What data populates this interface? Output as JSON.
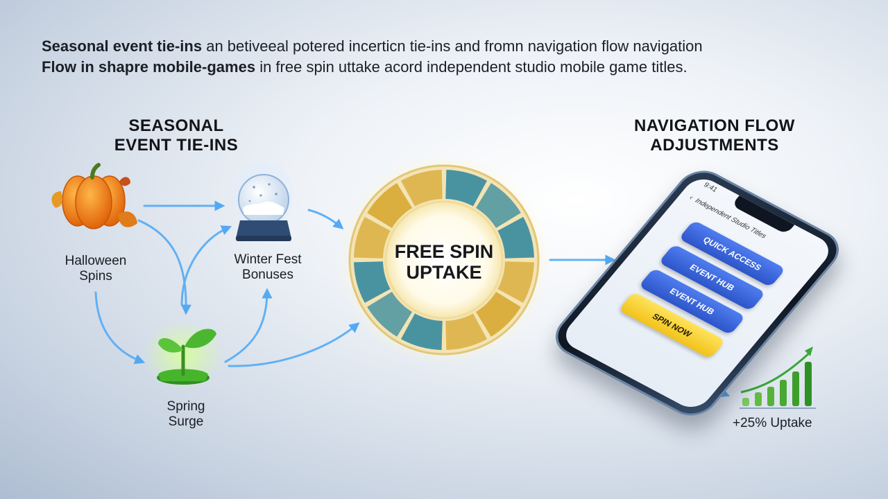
{
  "headline": {
    "line1_bold": "Seasonal event tie-ins",
    "line1_rest": " an betiveeal potered incerticn tie-ins and fromn navigation flow navigation",
    "line2_bold": "Flow in shapre mobile-games",
    "line2_rest": " in free spin uttake acord independent studio mobile game titles."
  },
  "left_section": {
    "title_line1": "SEASONAL",
    "title_line2": "EVENT TIE-INS"
  },
  "right_section": {
    "title_line1": "NAVIGATION FLOW",
    "title_line2": "ADJUSTMENTS"
  },
  "nodes": {
    "halloween": {
      "line1": "Halloween",
      "line2": "Spins"
    },
    "winter": {
      "line1": "Winter Fest",
      "line2": "Bonuses"
    },
    "spring": {
      "line1": "Spring",
      "line2": "Surge"
    }
  },
  "wheel": {
    "line1": "FREE SPIN",
    "line2": "UPTAKE"
  },
  "phone": {
    "status": "9:41",
    "header": "Independent Studio Titles",
    "buttons": [
      "QUICK ACCESS",
      "EVENT HUB",
      "EVENT HUB",
      "SPIN NOW"
    ]
  },
  "growth": {
    "label": "+25% Uptake"
  },
  "colors": {
    "arrow": "#5aaef5",
    "wheel_gold": "#d9ab3a",
    "wheel_teal": "#3f8ea0",
    "growth_green": "#3aa63a",
    "pumpkin": "#f08a1c"
  }
}
